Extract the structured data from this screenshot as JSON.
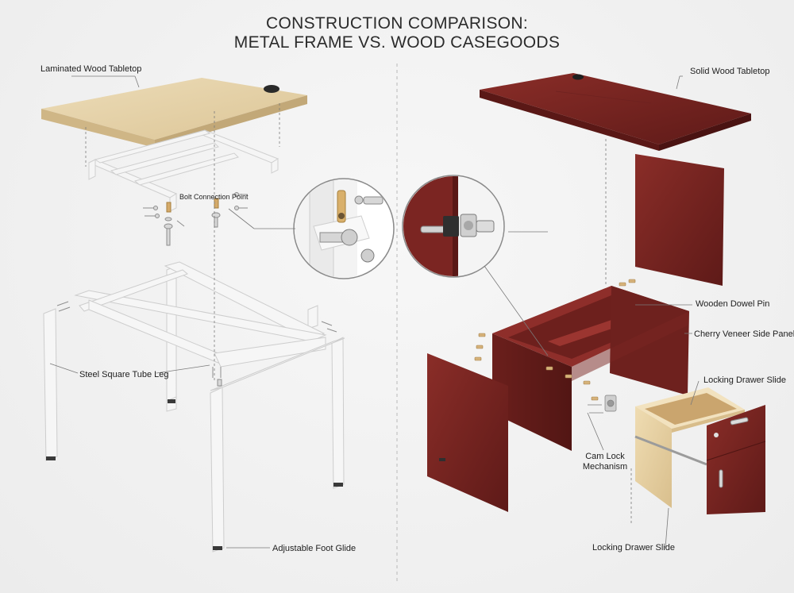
{
  "title_line1": "CONSTRUCTION COMPARISON:",
  "title_line2": "METAL FRAME VS. WOOD CASEGOODS",
  "labels": {
    "laminated_tabletop": "Laminated Wood Tabletop",
    "bolt_connection": "Bolt Connection Point",
    "steel_leg": "Steel Square Tube Leg",
    "foot_glide": "Adjustable Foot Glide",
    "solid_tabletop": "Solid Wood Tabletop",
    "dowel_pin": "Wooden Dowel Pin",
    "side_panel": "Cherry Veneer Side Panel",
    "drawer_slide_top": "Locking Drawer Slide",
    "cam_lock_line1": "Cam Lock",
    "cam_lock_line2": "Mechanism",
    "drawer_slide_bottom": "Locking Drawer Slide"
  },
  "colors": {
    "laminate": "#e6d2aa",
    "cherry": "#7a2522",
    "steel": "#f4f4f4",
    "drawer_wood": "#e8d3a8"
  }
}
